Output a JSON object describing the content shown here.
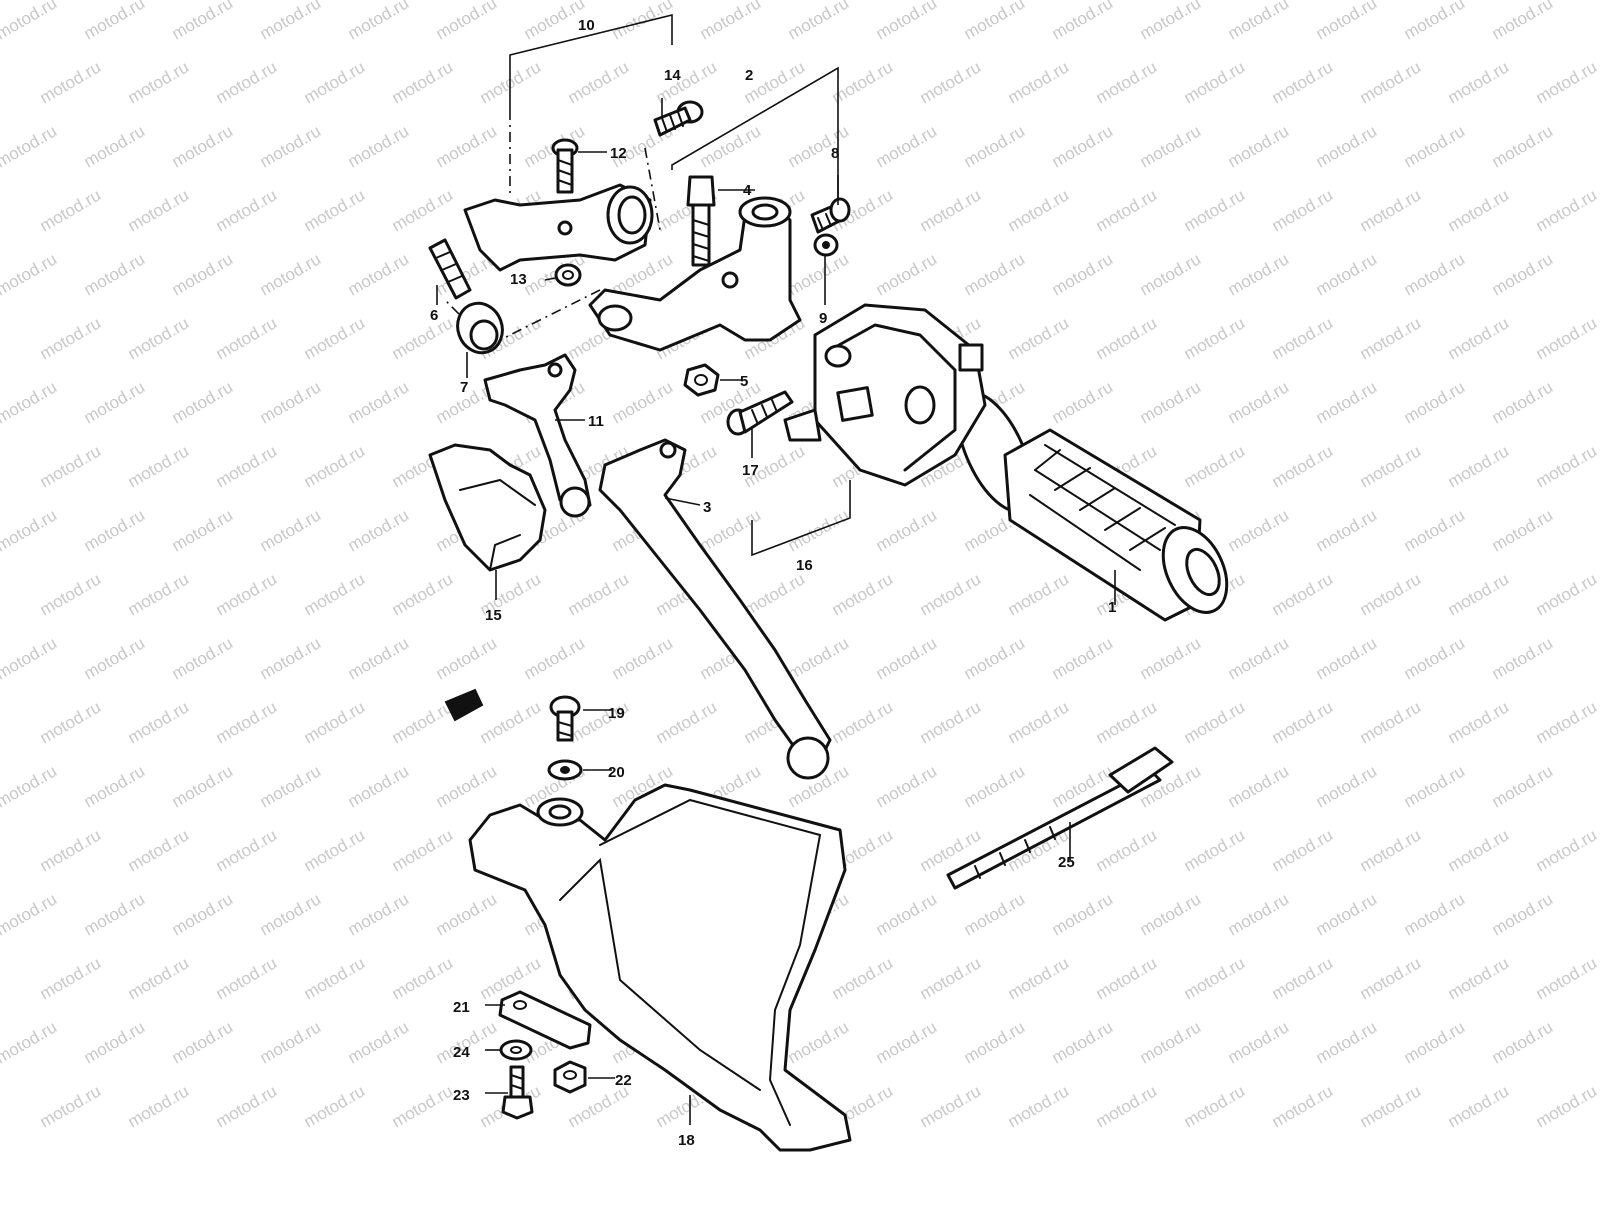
{
  "watermark": {
    "text": "motod.ru"
  },
  "callouts": [
    {
      "id": "c1",
      "text": "1"
    },
    {
      "id": "c2",
      "text": "2"
    },
    {
      "id": "c3",
      "text": "3"
    },
    {
      "id": "c4",
      "text": "4"
    },
    {
      "id": "c5",
      "text": "5"
    },
    {
      "id": "c6",
      "text": "6"
    },
    {
      "id": "c7",
      "text": "7"
    },
    {
      "id": "c8",
      "text": "8"
    },
    {
      "id": "c9",
      "text": "9"
    },
    {
      "id": "c10",
      "text": "10"
    },
    {
      "id": "c11",
      "text": "11"
    },
    {
      "id": "c12",
      "text": "12"
    },
    {
      "id": "c13",
      "text": "13"
    },
    {
      "id": "c14",
      "text": "14"
    },
    {
      "id": "c15",
      "text": "15"
    },
    {
      "id": "c16",
      "text": "16"
    },
    {
      "id": "c17",
      "text": "17"
    },
    {
      "id": "c18",
      "text": "18"
    },
    {
      "id": "c19",
      "text": "19"
    },
    {
      "id": "c20",
      "text": "20"
    },
    {
      "id": "c21",
      "text": "21"
    },
    {
      "id": "c22",
      "text": "22"
    },
    {
      "id": "c23",
      "text": "23"
    },
    {
      "id": "c24",
      "text": "24"
    },
    {
      "id": "c25",
      "text": "25"
    }
  ],
  "colors": {
    "line": "#111111",
    "background": "#ffffff",
    "watermark": "#c9c9c9"
  }
}
